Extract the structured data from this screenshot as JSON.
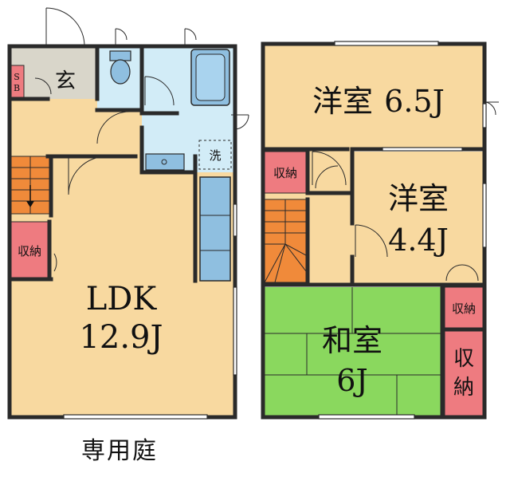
{
  "colors": {
    "room": "#f8d9a0",
    "entrance": "#d9d6ca",
    "wet": "#d2ecf7",
    "fixture": "#8fbfe0",
    "tatami": "#8ad85e",
    "storage": "#ee7b80",
    "stairs": "#f08a3a",
    "wall": "#2a2a2a",
    "window": "#ffffff"
  },
  "rooms": {
    "ldk": {
      "name": "LDK",
      "size": "12.9J"
    },
    "genkan": "玄",
    "shoe_box": "SB",
    "storage_ground": "収納",
    "washroom": "洗",
    "western_large": {
      "name": "洋室",
      "size": "6.5J"
    },
    "storage_upper": "収納",
    "western_small": {
      "name": "洋室",
      "size": "4.4J"
    },
    "japanese": {
      "name": "和室",
      "size": "6J"
    },
    "storage_small": "収納",
    "storage_large": "収納"
  },
  "garden_label": "専用庭"
}
